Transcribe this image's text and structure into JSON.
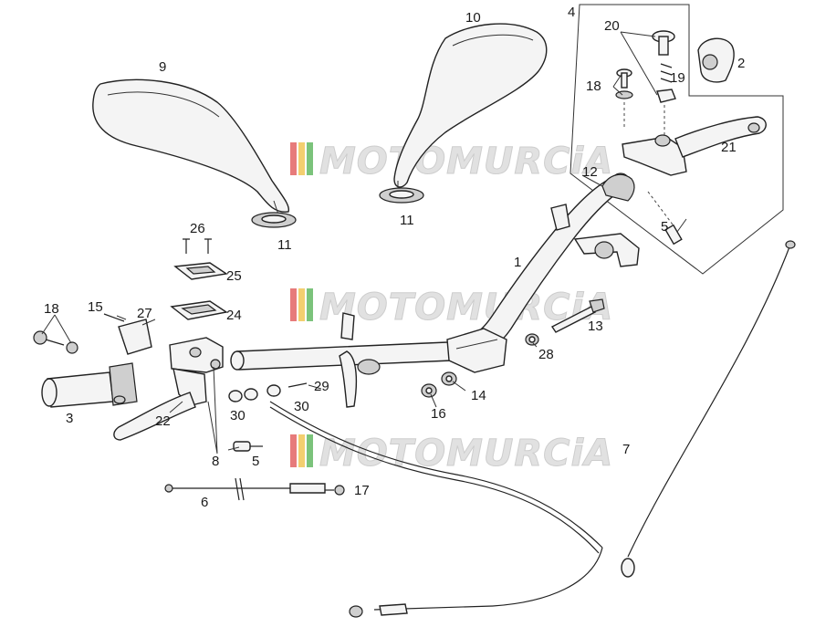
{
  "watermark": {
    "text": "MOTOMURCiA",
    "stripe_colors": [
      "#e05050",
      "#f0c040",
      "#50b050"
    ]
  },
  "labels": {
    "l1": "1",
    "l2": "2",
    "l3": "3",
    "l4": "4",
    "l5a": "5",
    "l5b": "5",
    "l6": "6",
    "l7": "7",
    "l8": "8",
    "l9": "9",
    "l10": "10",
    "l11a": "11",
    "l11b": "11",
    "l12": "12",
    "l13": "13",
    "l14": "14",
    "l15": "15",
    "l16": "16",
    "l17": "17",
    "l18a": "18",
    "l18b": "18",
    "l19": "19",
    "l20": "20",
    "l21": "21",
    "l22": "22",
    "l24": "24",
    "l25": "25",
    "l26": "26",
    "l27": "27",
    "l28": "28",
    "l29": "29",
    "l30a": "30",
    "l30b": "30"
  }
}
